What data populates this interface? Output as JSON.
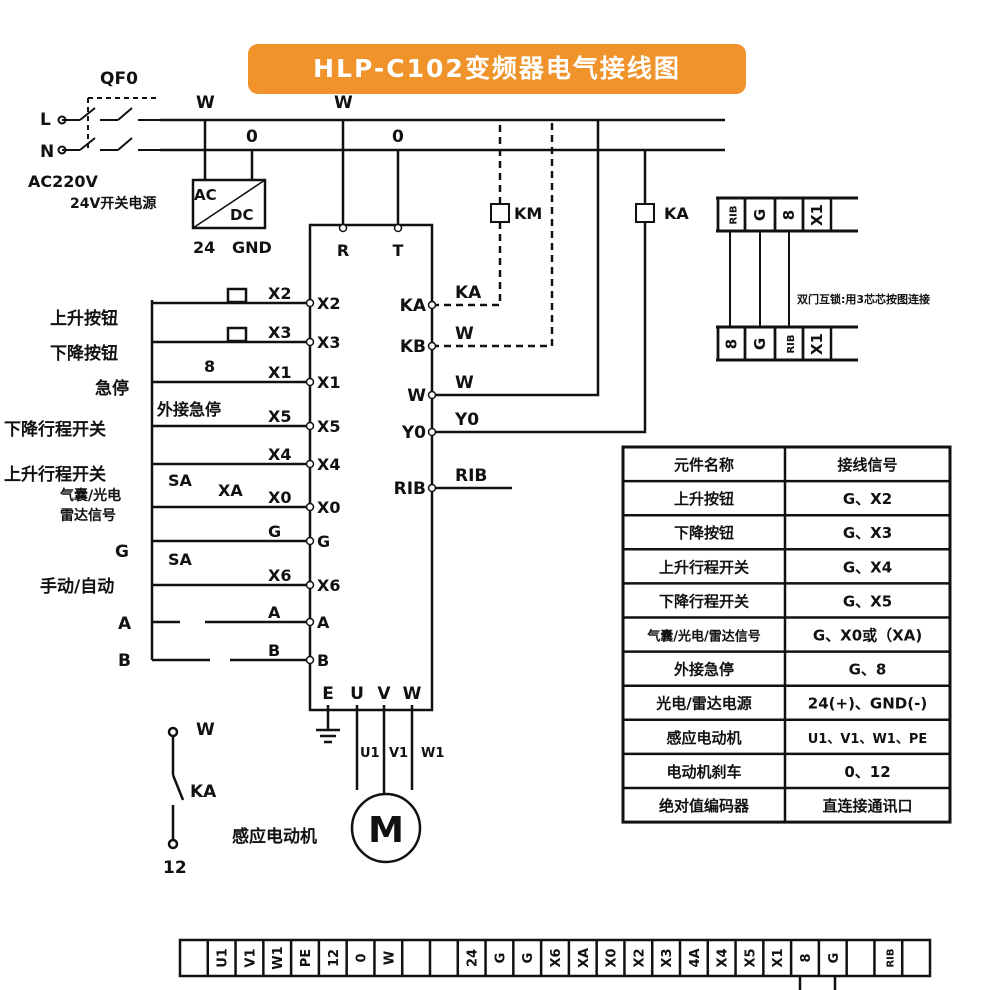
{
  "title": "HLP-C102变频器电气接线图",
  "colors": {
    "accent": "#f0932b",
    "line": "#111111"
  },
  "power": {
    "qf0": "QF0",
    "l": "L",
    "n": "N",
    "ac220": "AC220V",
    "psu_label": "24V开关电源",
    "psu_ac": "AC",
    "psu_dc": "DC",
    "psu_24": "24",
    "psu_gnd": "GND",
    "w_psu": "W",
    "zero_psu": "0",
    "w_inv": "W",
    "zero_inv": "0"
  },
  "inverter": {
    "top": [
      "R",
      "T"
    ],
    "left_terminals": [
      "X2",
      "X3",
      "X1",
      "X5",
      "X4",
      "X0",
      "G",
      "X6",
      "A",
      "B"
    ],
    "right_terminals": [
      "KA",
      "KB",
      "W",
      "Y0",
      "RIB"
    ],
    "right_wires": [
      "KA",
      "W",
      "W",
      "Y0",
      "RIB"
    ],
    "bottom": [
      "E",
      "U",
      "V",
      "W"
    ],
    "km_coil": "KM",
    "ka_coil": "KA"
  },
  "inputs": {
    "labels": [
      "上升按钮",
      "下降按钮",
      "急停",
      "下降行程开关",
      "上升行程开关",
      "气囊/光电",
      "雷达信号",
      "G",
      "手动/自动",
      "A",
      "B"
    ],
    "wires": [
      "X2",
      "X3",
      "X1",
      "X5",
      "X4",
      "X0",
      "G",
      "X6",
      "A",
      "B"
    ],
    "ext_estop": "外接急停",
    "estop_8": "8",
    "sa1": "SA",
    "xa": "XA",
    "sa2": "SA"
  },
  "motor": {
    "u1": "U1",
    "v1": "V1",
    "w1": "W1",
    "symbol": "M",
    "label": "感应电动机"
  },
  "brake": {
    "w": "W",
    "ka": "KA",
    "t12": "12"
  },
  "interlock": {
    "top": [
      "RIB",
      "G",
      "8",
      "X1"
    ],
    "bottom": [
      "8",
      "G",
      "RIB",
      "X1"
    ],
    "note": "双门互锁:用3芯芯按图连接"
  },
  "table": {
    "headers": [
      "元件名称",
      "接线信号"
    ],
    "rows": [
      [
        "上升按钮",
        "G、X2"
      ],
      [
        "下降按钮",
        "G、X3"
      ],
      [
        "上升行程开关",
        "G、X4"
      ],
      [
        "下降行程开关",
        "G、X5"
      ],
      [
        "气囊/光电/雷达信号",
        "G、X0或（XA)"
      ],
      [
        "外接急停",
        "G、8"
      ],
      [
        "光电/雷达电源",
        "24(+)、GND(-)"
      ],
      [
        "感应电动机",
        "U1、V1、W1、PE"
      ],
      [
        "电动机刹车",
        "0、12"
      ],
      [
        "绝对值编码器",
        "直连接通讯口"
      ]
    ]
  },
  "strip": [
    "",
    "U1",
    "V1",
    "W1",
    "PE",
    "12",
    "0",
    "W",
    "",
    "",
    "24",
    "G",
    "G",
    "X6",
    "XA",
    "X0",
    "X2",
    "X3",
    "4A",
    "X4",
    "X5",
    "X1",
    "8",
    "G",
    "",
    "RIB",
    ""
  ]
}
